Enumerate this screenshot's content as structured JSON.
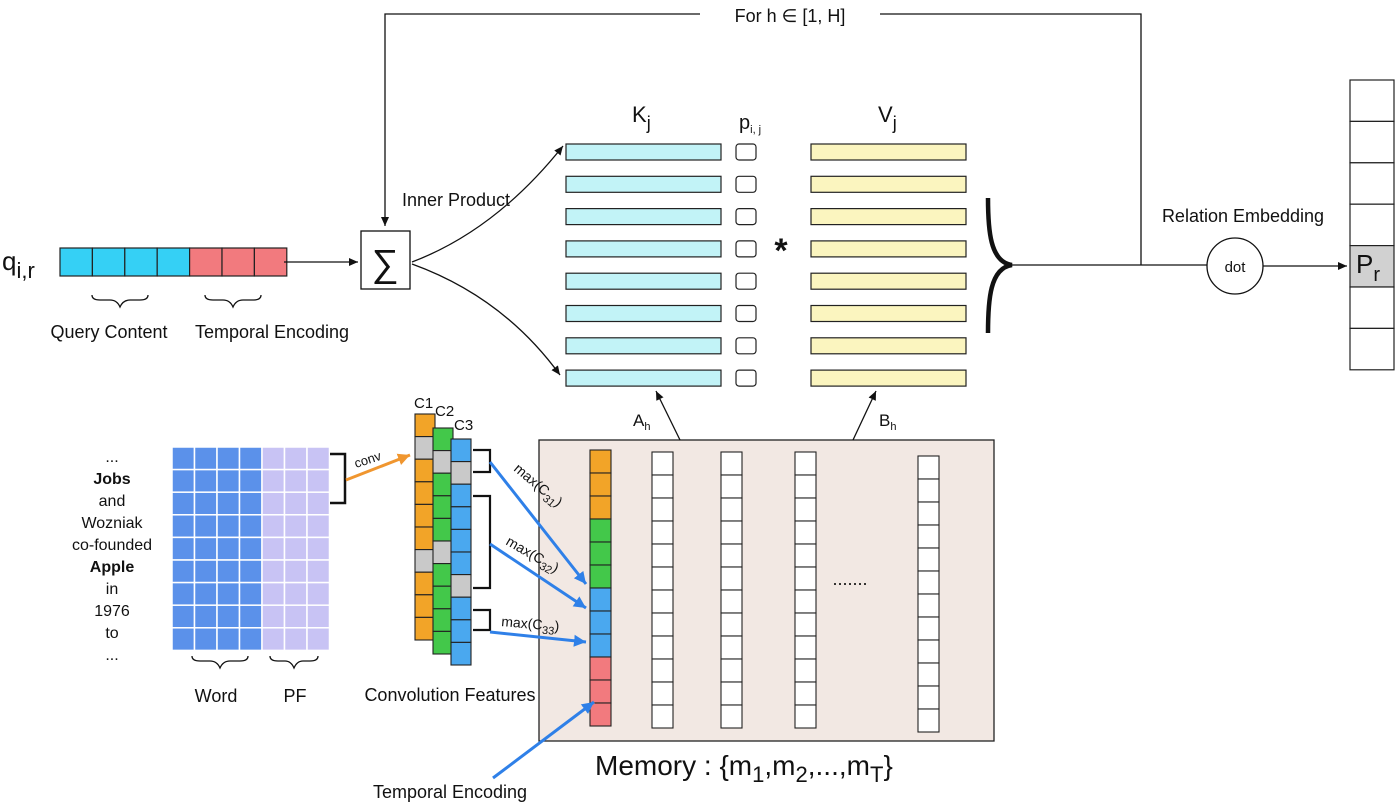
{
  "loop_label": "For h ∈  [1, H]",
  "query": {
    "symbol": "q",
    "subscript": "i,r",
    "content_label": "Query Content",
    "temporal_label": "Temporal Encoding",
    "content_color": "#35d0f5",
    "temporal_color": "#f27a7e"
  },
  "sum_symbol": "∑",
  "inner_product_label": "Inner Product",
  "keys": {
    "symbol": "K",
    "subscript": "j",
    "color": "#c2f3f7"
  },
  "probs": {
    "symbol": "p",
    "subscript": "i, j"
  },
  "values": {
    "symbol": "V",
    "subscript": "j",
    "color": "#fbf5bf"
  },
  "multiply_symbol": "*",
  "relation_embedding_label": "Relation Embedding",
  "dot_label": "dot",
  "output": {
    "symbol": "P",
    "subscript": "r",
    "highlight_color": "#d1d1d1"
  },
  "a_label": {
    "symbol": "A",
    "subscript": "h"
  },
  "b_label": {
    "symbol": "B",
    "subscript": "h"
  },
  "sentence_words": [
    {
      "text": "...",
      "bold": false
    },
    {
      "text": "Jobs",
      "bold": true
    },
    {
      "text": "and",
      "bold": false
    },
    {
      "text": "Wozniak",
      "bold": false
    },
    {
      "text": "co-founded",
      "bold": false
    },
    {
      "text": "Apple",
      "bold": true
    },
    {
      "text": "in",
      "bold": false
    },
    {
      "text": "1976",
      "bold": false
    },
    {
      "text": "to",
      "bold": false
    },
    {
      "text": "...",
      "bold": false
    }
  ],
  "word_label": "Word",
  "pf_label": "PF",
  "word_color": "#5b91ea",
  "pf_color": "#c8c3f4",
  "conv_label": "conv",
  "conv_channels": [
    "C1",
    "C2",
    "C3"
  ],
  "conv_colors": {
    "c1": "#f2a428",
    "c2": "#43c84a",
    "c3": "#4aa8ef",
    "pad": "#c9c9c9"
  },
  "maxpool_labels": [
    {
      "base": "max(C",
      "sub": "31",
      "close": ")"
    },
    {
      "base": "max(C",
      "sub": "32",
      "close": ")"
    },
    {
      "base": "max(C",
      "sub": "33",
      "close": ")"
    }
  ],
  "convolution_features_label": "Convolution Features",
  "memory": {
    "title": "Memory : {m",
    "sub1": "1",
    "sep1": ",m",
    "sub2": "2",
    "sep2": ",...,m",
    "subT": "T",
    "close": "}",
    "bg_color": "#f2e8e3",
    "ellipsis": "......."
  },
  "temporal_encoding_bottom_label": "Temporal Encoding"
}
